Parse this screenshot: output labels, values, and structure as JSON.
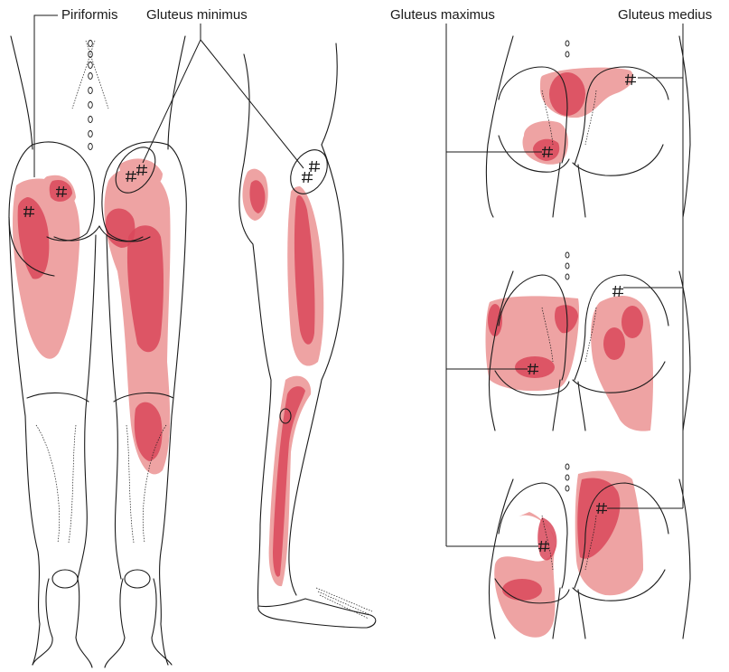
{
  "labels": {
    "piriformis": "Piriformis",
    "gluteus_minimus": "Gluteus minimus",
    "gluteus_maximus": "Gluteus maximus",
    "gluteus_medius": "Gluteus medius"
  },
  "colors": {
    "referred_pain_light": "#eea3a3",
    "referred_pain_dark": "#d9485a",
    "outline": "#1a1a1a",
    "background": "#ffffff"
  },
  "icons": {
    "trigger_point": "hash-mark-icon"
  }
}
